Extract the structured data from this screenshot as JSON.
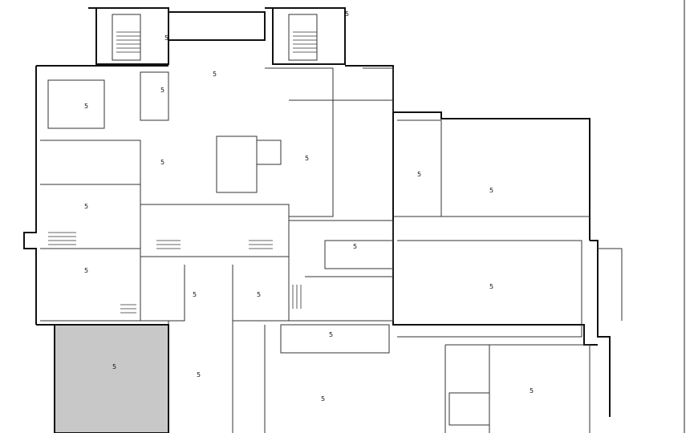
{
  "plan": {
    "room_marks": [
      "5",
      "5",
      "5",
      "5",
      "5",
      "5",
      "5",
      "5",
      "5",
      "5",
      "5",
      "5",
      "5",
      "5",
      "5",
      "5",
      "5",
      "5",
      "5",
      "5"
    ],
    "highlight_color": "#c8c8c8",
    "wall_color": "#111111"
  }
}
